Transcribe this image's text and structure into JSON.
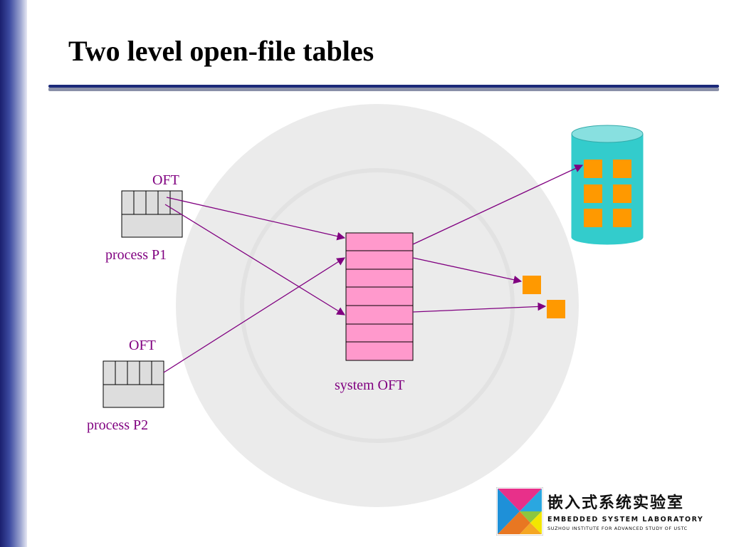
{
  "slide": {
    "title": "Two level open-file tables"
  },
  "diagram": {
    "process1": {
      "oft_label": "OFT",
      "name": "process P1"
    },
    "process2": {
      "oft_label": "OFT",
      "name": "process P2"
    },
    "system_oft": {
      "name": "system OFT"
    }
  },
  "logo": {
    "chinese": "嵌入式系统实验室",
    "english": "EMBEDDED SYSTEM LABORATORY",
    "subtitle": "SUZHOU INSTITUTE FOR ADVANCED STUDY OF USTC"
  },
  "colors": {
    "arrow": "#800080",
    "table_fill": "#ff99cc",
    "file_block": "#ff9900",
    "disk_body": "#33cccc",
    "disk_top": "#88e0e0",
    "title_rule": "#1c2a7a"
  }
}
